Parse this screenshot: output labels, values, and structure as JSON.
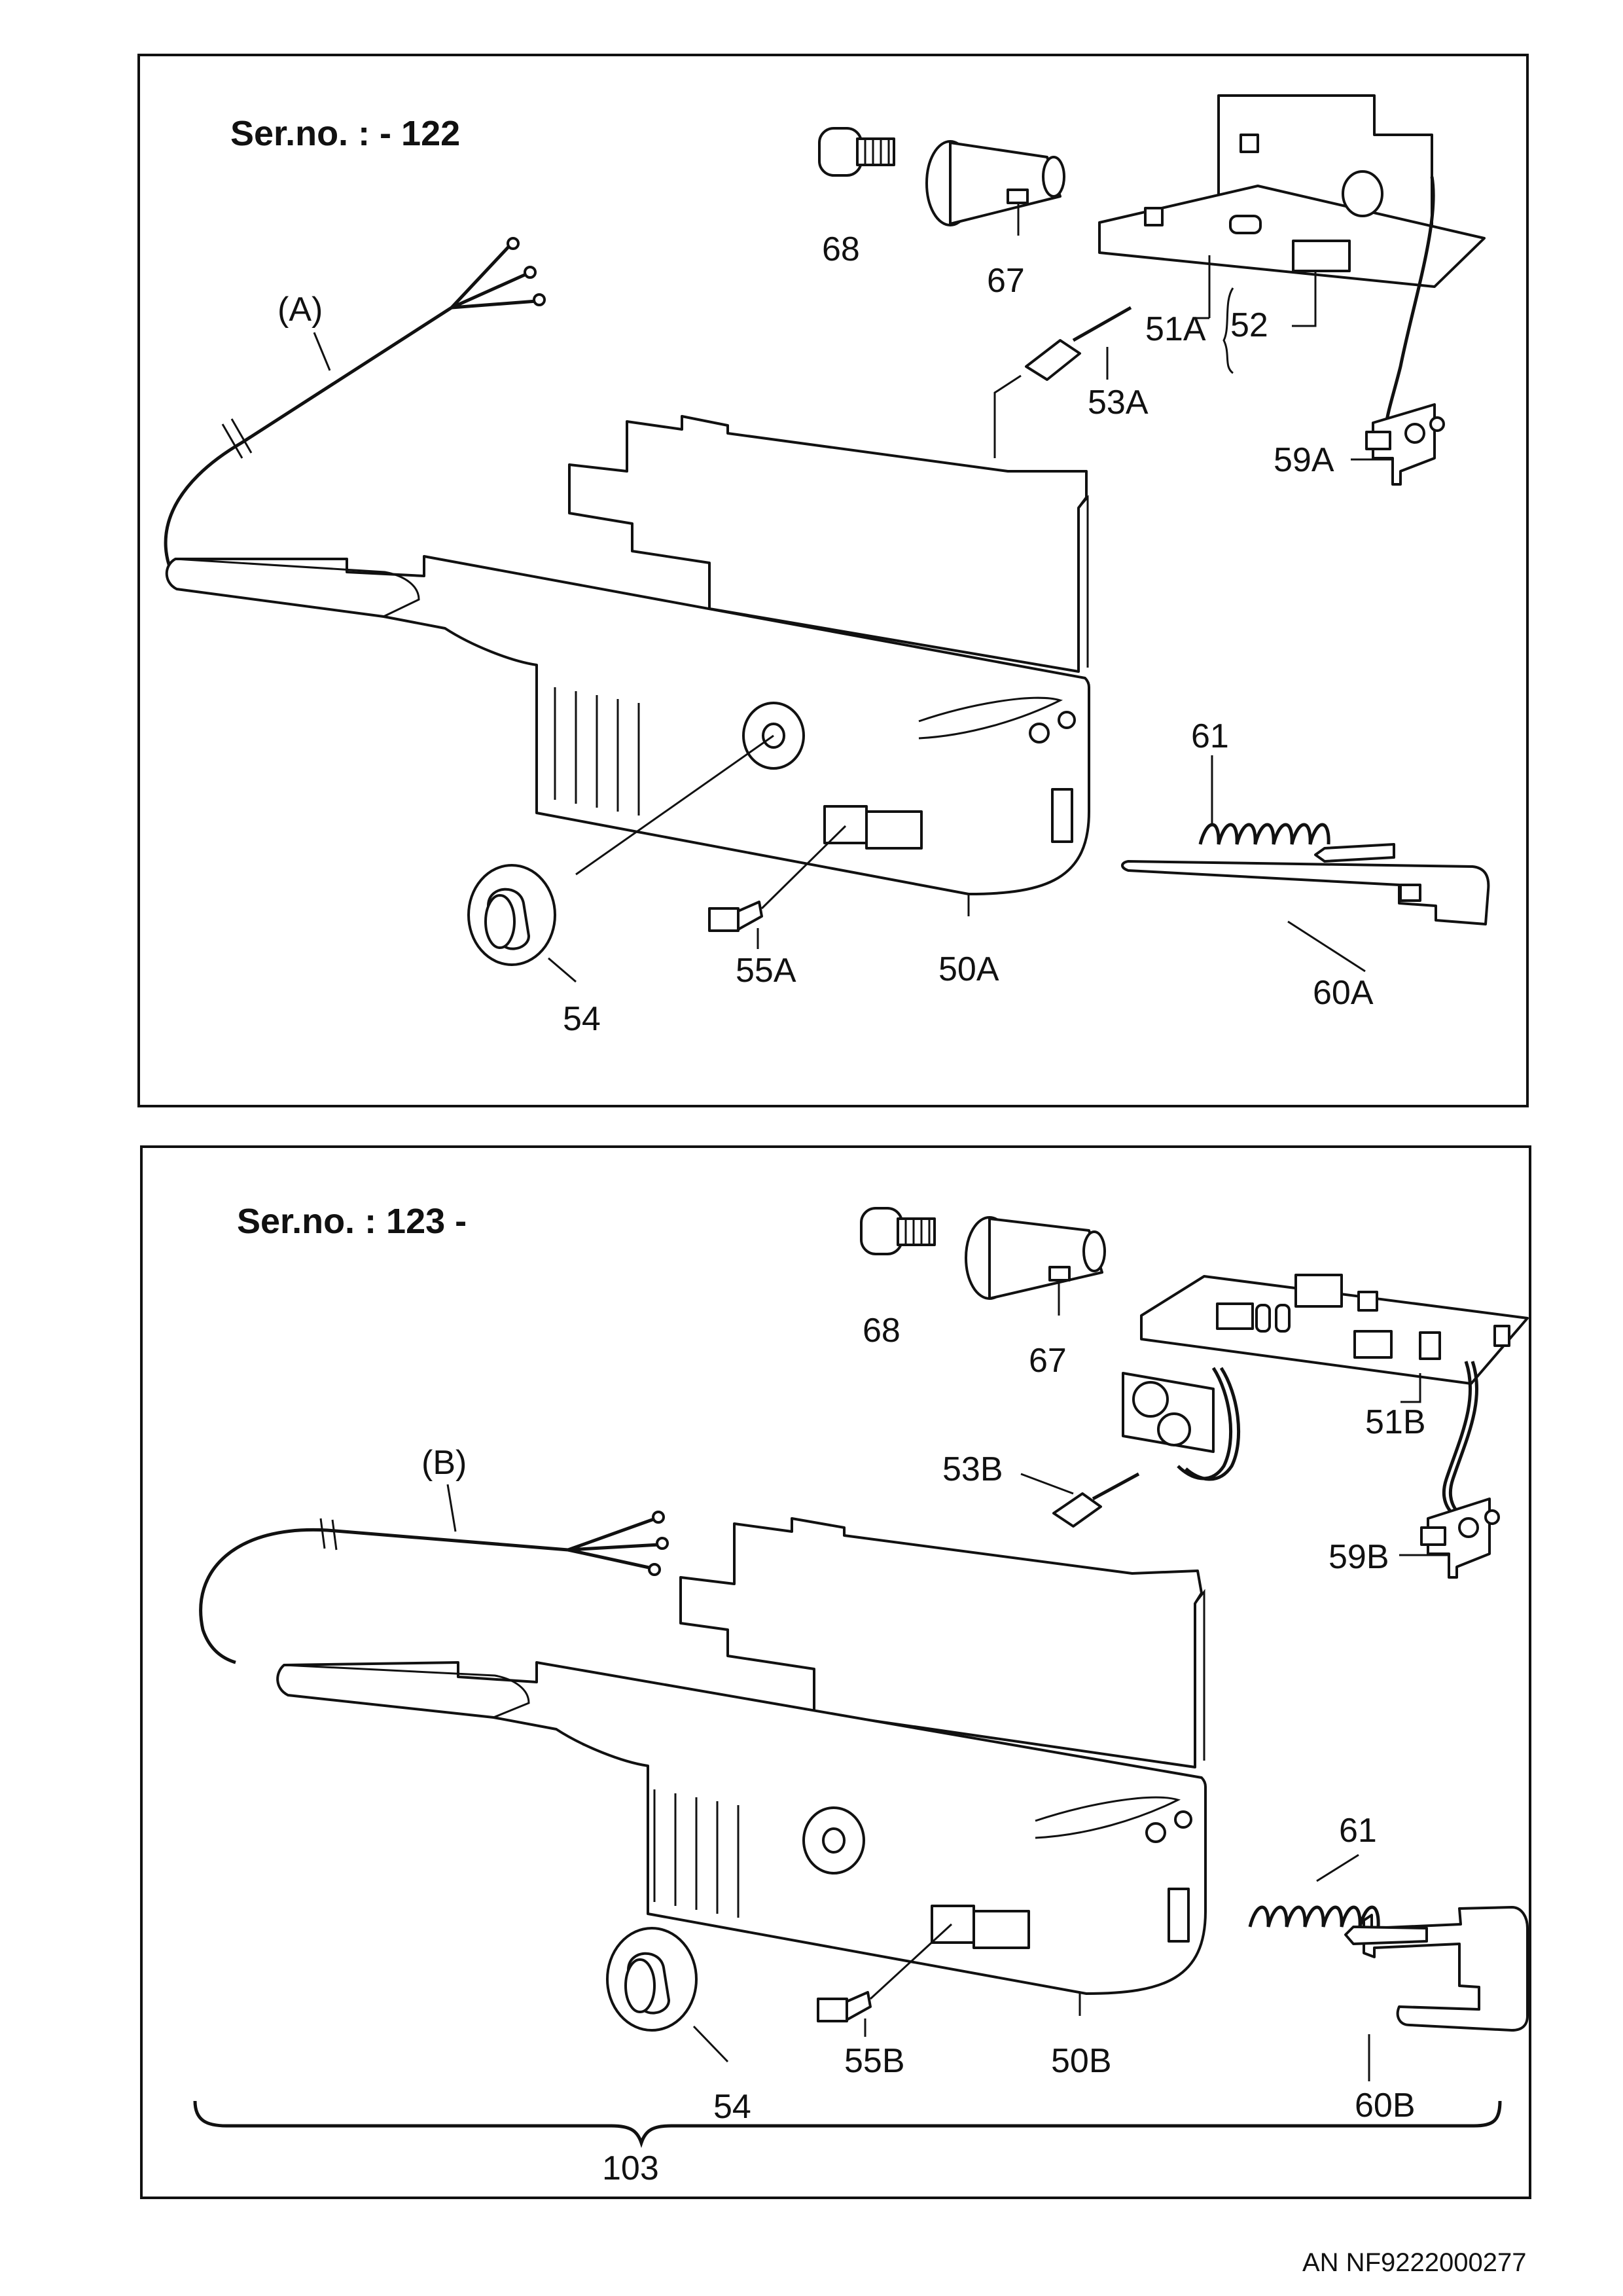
{
  "panel_a": {
    "serial": "Ser.no. : - 122",
    "labels": {
      "l68": "68",
      "l67": "67",
      "l51a": "51A",
      "l52": "52",
      "l53a": "53A",
      "l59a": "59A",
      "lA": "(A)",
      "l61": "61",
      "l54": "54",
      "l55a": "55A",
      "l50a": "50A",
      "l60a": "60A"
    }
  },
  "panel_b": {
    "serial": "Ser.no. : 123 -",
    "labels": {
      "l68": "68",
      "l67": "67",
      "l51b": "51B",
      "l53b": "53B",
      "l59b": "59B",
      "lB": "(B)",
      "l61": "61",
      "l54": "54",
      "l55b": "55B",
      "l50b": "50B",
      "l60b": "60B",
      "l103": "103"
    }
  },
  "footer": {
    "code": "AN   NF9222000277"
  }
}
